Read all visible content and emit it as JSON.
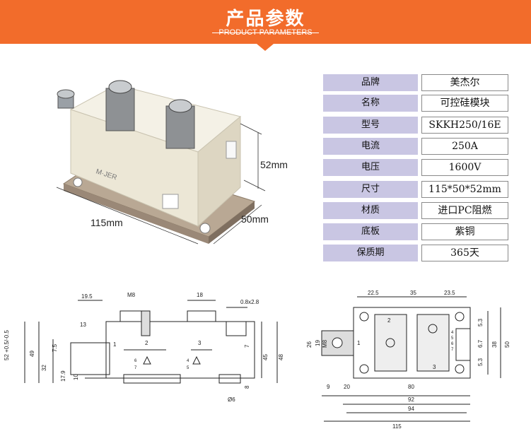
{
  "banner": {
    "title": "产品参数",
    "subtitle": "PRODUCT PARAMETERS",
    "color": "#f26c2b"
  },
  "photo": {
    "dim_height": "52mm",
    "dim_width": "115mm",
    "dim_depth": "50mm",
    "brand_mark": "M·JER"
  },
  "params": [
    {
      "key": "品牌",
      "value": "美杰尔"
    },
    {
      "key": "名称",
      "value": "可控硅模块"
    },
    {
      "key": "型号",
      "value": "SKKH250/16E"
    },
    {
      "key": "电流",
      "value": "250A"
    },
    {
      "key": "电压",
      "value": "1600V"
    },
    {
      "key": "尺寸",
      "value": "115*50*52mm"
    },
    {
      "key": "材质",
      "value": "进口PC阻燃"
    },
    {
      "key": "底板",
      "value": "紫铜"
    },
    {
      "key": "保质期",
      "value": "365天"
    }
  ],
  "left_drawing": {
    "labels": [
      "19.5",
      "M8",
      "18",
      "0.8x2.8",
      "13",
      "52 +0.5/-0.5",
      "49",
      "7.5",
      "32",
      "17.9",
      "10",
      "7",
      "45",
      "48",
      "8",
      "Ø6",
      "1",
      "2",
      "3",
      "4",
      "5",
      "6",
      "7"
    ]
  },
  "right_drawing": {
    "labels": [
      "22.5",
      "35",
      "23.5",
      "2",
      "26",
      "19",
      "M8",
      "1",
      "5.3",
      "6.7",
      "5.3",
      "38",
      "50",
      "4",
      "5",
      "6",
      "7",
      "3",
      "9",
      "20",
      "80",
      "92",
      "94",
      "115"
    ]
  }
}
